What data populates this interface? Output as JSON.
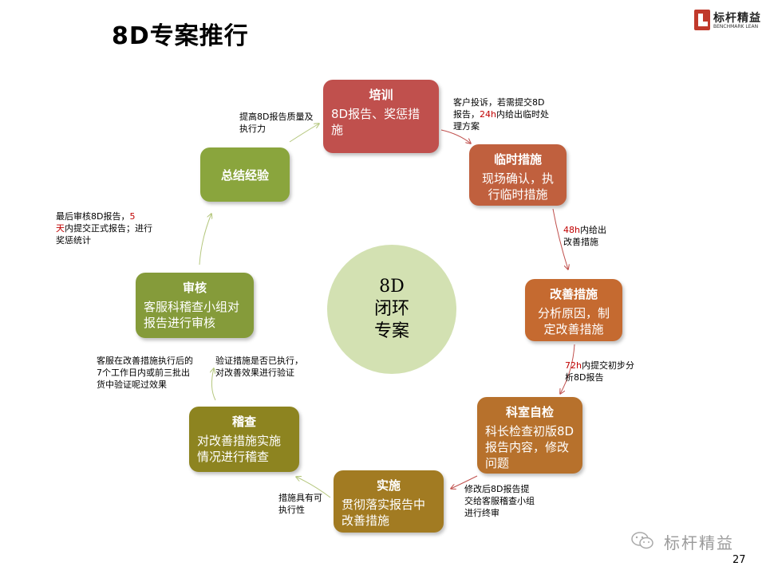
{
  "title": "8D专案推行",
  "logo": {
    "main": "标杆精益",
    "sub": "BENCHMARK LEAN"
  },
  "center": {
    "line1": "8D",
    "line2": "闭环",
    "line3": "专案"
  },
  "nodes": {
    "training": {
      "title": "培训",
      "body": "8D报告、奖惩措施",
      "color": "#c0504d"
    },
    "temp": {
      "title": "临时措施",
      "body": "现场确认，执行临时措施",
      "color": "#c0603e"
    },
    "improve": {
      "title": "改善措施",
      "body": "分析原因，制定改善措施",
      "color": "#c56a30"
    },
    "selfcheck": {
      "title": "科室自检",
      "body": "科长检查初版8D报告内容，修改问题",
      "color": "#b7712c"
    },
    "implement": {
      "title": "实施",
      "body": "贯彻落实报告中改善措施",
      "color": "#a27b22"
    },
    "audit": {
      "title": "稽查",
      "body": "对改善措施实施情况进行稽查",
      "color": "#8d8420"
    },
    "review": {
      "title": "审核",
      "body": "客服科稽查小组对报告进行审核",
      "color": "#859b3a"
    },
    "summary": {
      "title": "总结经验",
      "body": "",
      "color": "#8aa53d"
    }
  },
  "notes": {
    "n1": "提高8D报告质量及执行力",
    "n2_a": "客户投诉，若需提交8D报告，",
    "n2_b": "24h",
    "n2_c": "内给出临时处理方案",
    "n3_a": "48h",
    "n3_b": "内给出改善措施",
    "n4_a": "72h",
    "n4_b": "内提交初步分析8D报告",
    "n5": "修改后8D报告提交给客服稽查小组进行终审",
    "n6": "措施具有可执行性",
    "n7": "验证措施是否已执行，对改善效果进行验证",
    "n8": "客服在改善措施执行后的7个工作日内或前三批出货中验证呢过效果",
    "n9_a": "最后审核8D报告，",
    "n9_b": "5",
    "n9_c": "天",
    "n9_d": "内提交正式报告；进行奖惩统计"
  },
  "watermark": "标杆精益",
  "page_number": "27"
}
